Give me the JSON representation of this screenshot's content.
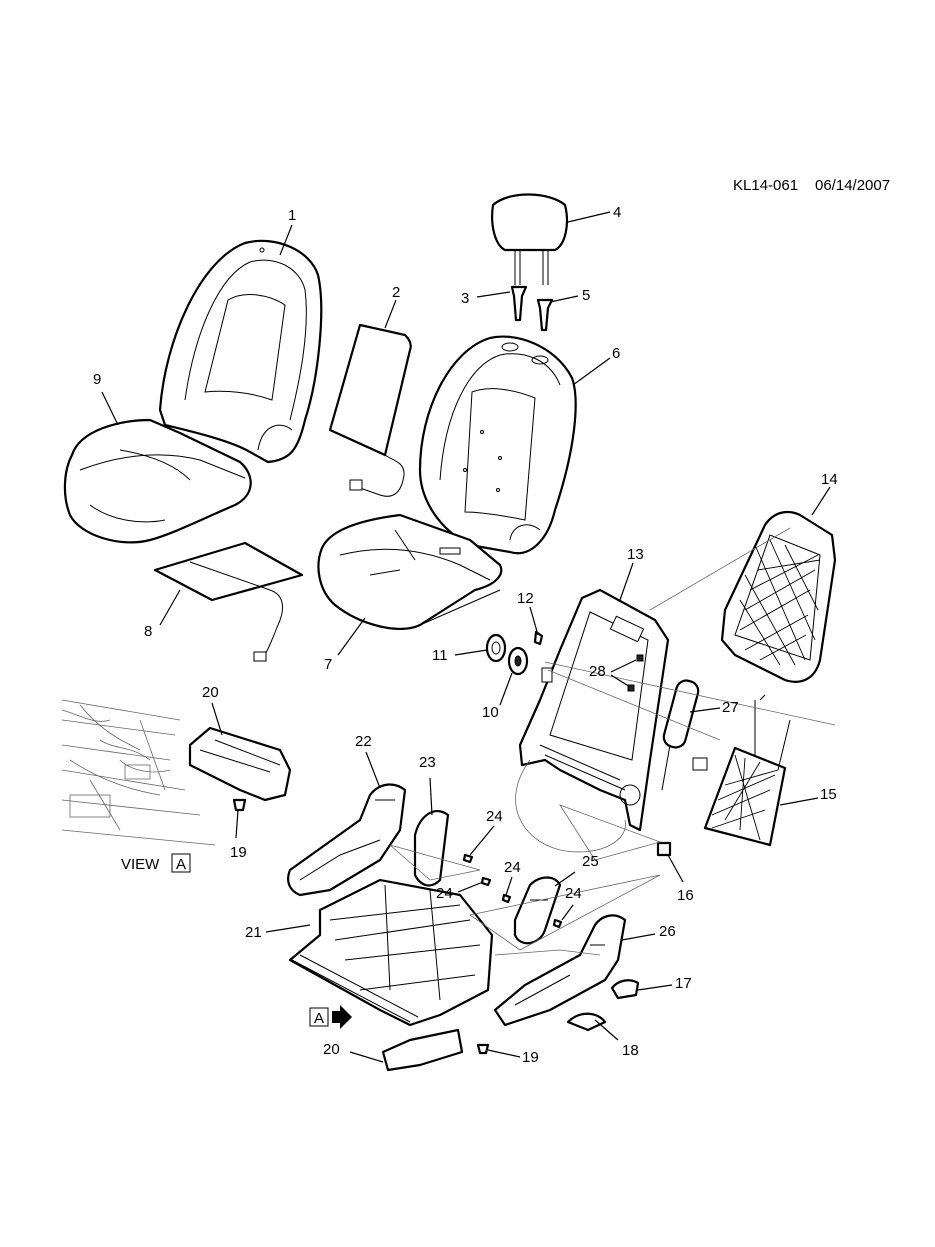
{
  "header": {
    "drawing_id": "KL14-061",
    "date": "06/14/2007"
  },
  "view": {
    "label": "VIEW",
    "ref": "A"
  },
  "arrow_ref": "A",
  "callouts": {
    "c1": "1",
    "c2": "2",
    "c3": "3",
    "c4": "4",
    "c5": "5",
    "c6": "6",
    "c7": "7",
    "c8": "8",
    "c9": "9",
    "c10": "10",
    "c11": "11",
    "c12": "12",
    "c13": "13",
    "c14": "14",
    "c15": "15",
    "c16": "16",
    "c17": "17",
    "c18": "18",
    "c19a": "19",
    "c19b": "19",
    "c20a": "20",
    "c20b": "20",
    "c21": "21",
    "c22": "22",
    "c23": "23",
    "c24a": "24",
    "c24b": "24",
    "c24c": "24",
    "c24d": "24",
    "c25": "25",
    "c26": "26",
    "c27": "27",
    "c28": "28"
  },
  "colors": {
    "line": "#000000",
    "background": "#ffffff"
  }
}
